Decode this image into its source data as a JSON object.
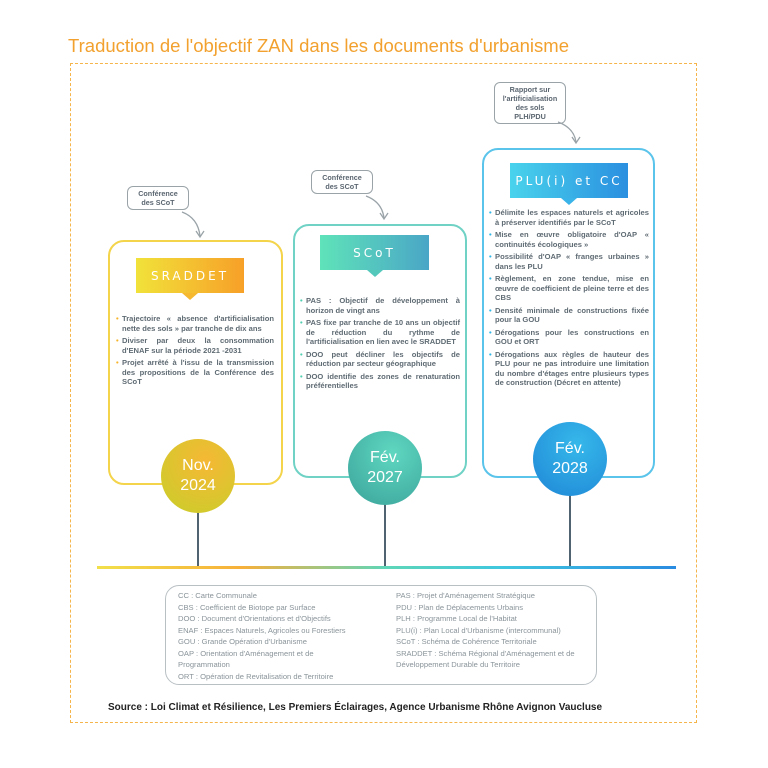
{
  "title": "Traduction de l'objectif ZAN dans les documents d'urbanisme",
  "columns": [
    {
      "callout": [
        "Conférence",
        "des SCoT"
      ],
      "banner": "SRADDET",
      "date": [
        "Nov.",
        "2024"
      ],
      "color": "#f7a632",
      "bullets": [
        "Trajectoire « absence d'artificialisation nette des sols » par tranche de dix ans",
        "Diviser par deux la consommation d'ENAF sur la période 2021 -2031",
        "Projet arrêté à l'issu de la transmission des propositions de la Conférence des SCoT"
      ]
    },
    {
      "callout": [
        "Conférence",
        "des SCoT"
      ],
      "banner": "SCoT",
      "date": [
        "Fév.",
        "2027"
      ],
      "color": "#4fcfb0",
      "bullets": [
        "PAS : Objectif de développement à horizon de vingt ans",
        "PAS fixe par tranche de 10 ans un objectif de réduction du rythme de l'artificialisation en lien avec le SRADDET",
        "DOO peut décliner les objectifs de réduction par secteur géographique",
        "DOO identifie des zones de renaturation préférentielles"
      ]
    },
    {
      "callout": [
        "Rapport sur",
        "l'artificialisation",
        "des sols",
        "PLH/PDU"
      ],
      "banner": "PLU(i) et CC",
      "date": [
        "Fév.",
        "2028"
      ],
      "color": "#2fb6e6",
      "bullets": [
        "Délimite les espaces naturels et agricoles à préserver identifiés par le SCoT",
        "Mise en œuvre obligatoire d'OAP « continuités écologiques »",
        "Possibilité d'OAP « franges urbaines » dans les PLU",
        "Règlement, en zone tendue, mise en œuvre de coefficient de pleine terre et des CBS",
        "Densité minimale de constructions fixée pour la GOU",
        "Dérogations pour les constructions en GOU et ORT",
        "Dérogations aux règles de hauteur des PLU pour ne pas introduire une limitation du nombre d'étages entre plusieurs types de construction (Décret en attente)"
      ]
    }
  ],
  "legend": {
    "left": [
      "CC : Carte Communale",
      "CBS : Coefficient de Biotope par Surface",
      "DOO : Document d'Orientations et d'Objectifs",
      "ENAF : Espaces Naturels, Agricoles ou Forestiers",
      "GOU : Grande Opération d'Urbanisme",
      "OAP : Orientation d'Aménagement et de Programmation",
      "ORT : Opération de Revitalisation de Territoire"
    ],
    "right": [
      "PAS : Projet d'Aménagement Stratégique",
      "PDU : Plan de Déplacements Urbains",
      "PLH : Programme Local de l'Habitat",
      "PLU(i) : Plan Local d'Urbanisme (intercommunal)",
      "SCoT : Schéma de Cohérence Territoriale",
      "SRADDET : Schéma Régional d'Aménagement et de Développement Durable du Territoire"
    ]
  },
  "source": "Source : Loi Climat et Résilience, Les Premiers Éclairages, Agence Urbanisme Rhône Avignon Vaucluse"
}
